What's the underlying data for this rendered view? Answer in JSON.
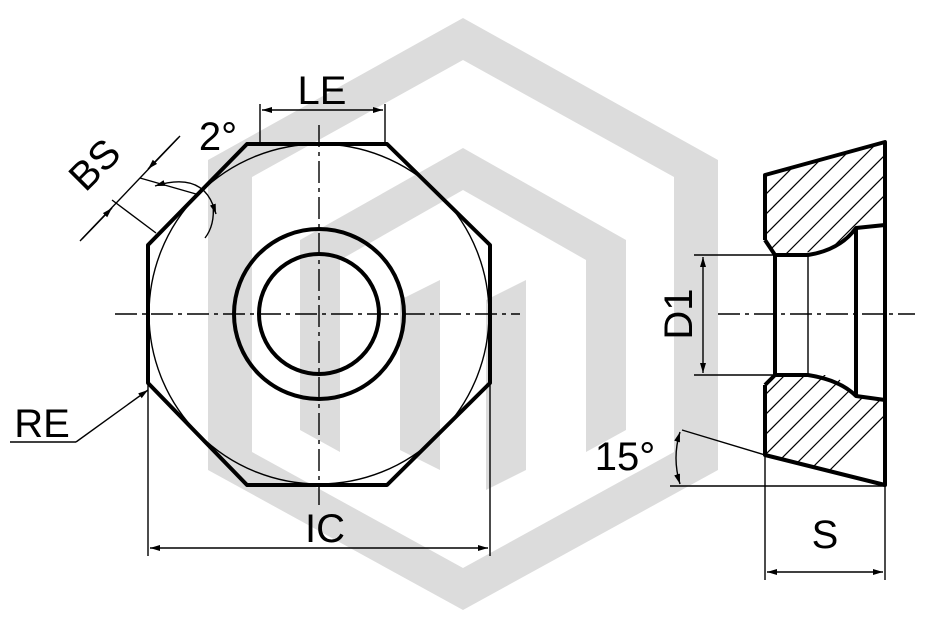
{
  "labels": {
    "le": "LE",
    "angle_2": "2°",
    "bs": "BS",
    "re": "RE",
    "ic": "IC",
    "d1": "D1",
    "angle_15": "15°",
    "s": "S"
  },
  "colors": {
    "line": "#000000",
    "watermark": "#dcdcdc",
    "background": "#ffffff"
  }
}
